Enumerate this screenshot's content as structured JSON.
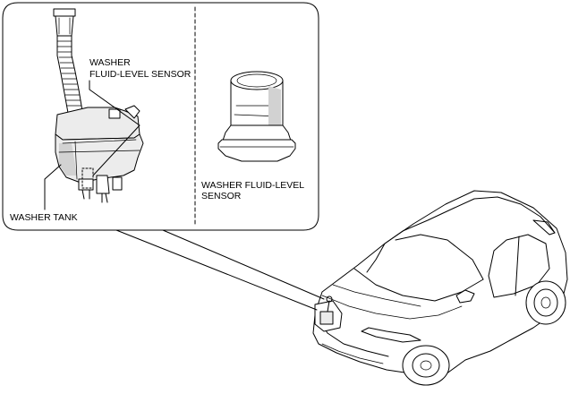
{
  "labels": {
    "sensor_callout_line1": "WASHER",
    "sensor_callout_line2": "FLUID-LEVEL SENSOR",
    "tank_callout": "WASHER TANK",
    "detail_callout_line1": "WASHER FLUID-LEVEL",
    "detail_callout_line2": "SENSOR"
  },
  "colors": {
    "line": "#000000",
    "part_fill": "#ececec",
    "background": "#ffffff"
  }
}
